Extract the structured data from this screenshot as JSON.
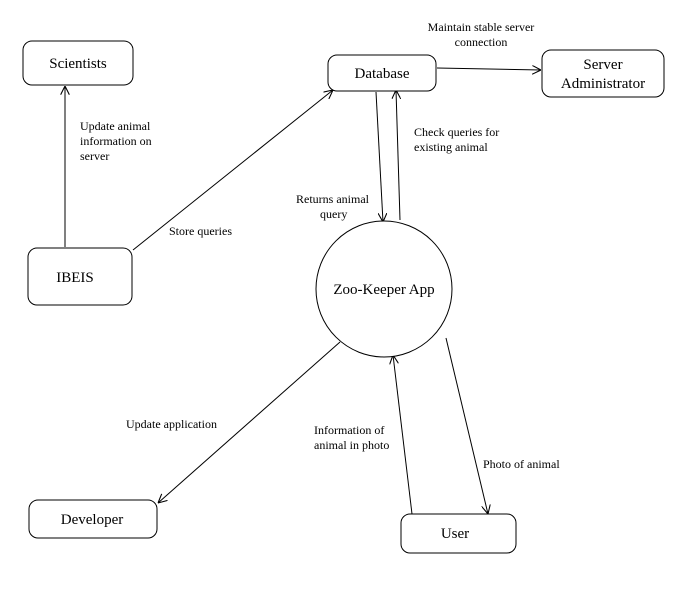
{
  "nodes": {
    "scientists": {
      "label": "Scientists"
    },
    "database": {
      "label": "Database"
    },
    "server_admin": {
      "label_line1": "Server",
      "label_line2": "Administrator"
    },
    "ibeis": {
      "label": "IBEIS"
    },
    "zoo_keeper_app": {
      "label": "Zoo-Keeper App"
    },
    "developer": {
      "label": "Developer"
    },
    "user": {
      "label": "User"
    }
  },
  "edges": {
    "db_to_admin": {
      "line1": "Maintain stable server",
      "line2": "connection"
    },
    "ibeis_to_scientists": {
      "line1": "Update animal",
      "line2": "information on",
      "line3": "server"
    },
    "ibeis_to_database": {
      "line1": "Store queries"
    },
    "app_to_database": {
      "line1": "Check queries for",
      "line2": "existing animal"
    },
    "database_to_app": {
      "line1": "Returns animal",
      "line2": "query"
    },
    "app_to_developer": {
      "line1": "Update application"
    },
    "user_to_app": {
      "line1": "Information of",
      "line2": "animal in photo"
    },
    "app_to_user": {
      "line1": "Photo of animal"
    }
  }
}
